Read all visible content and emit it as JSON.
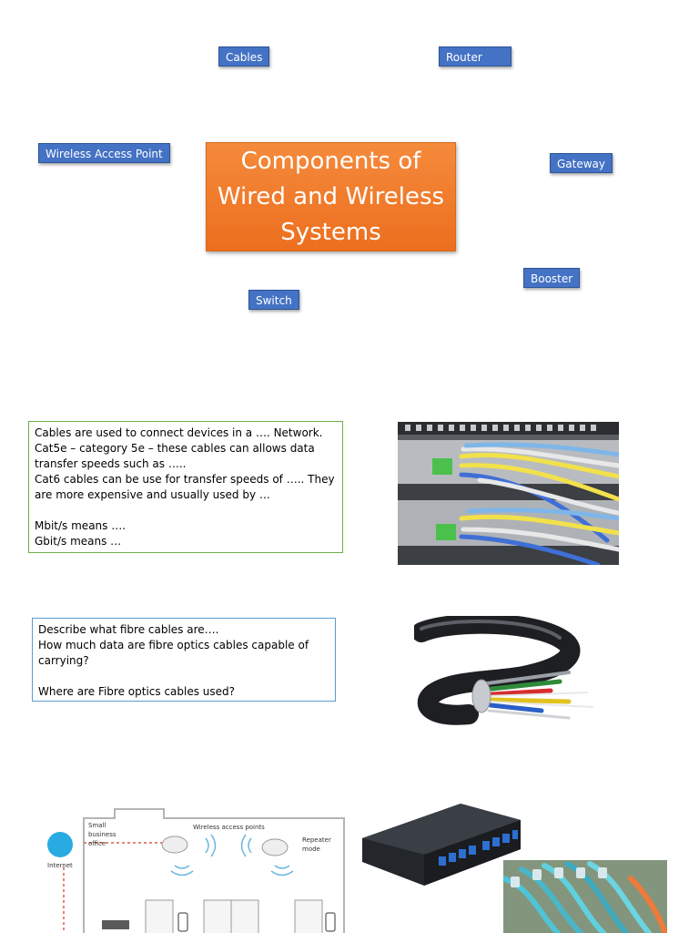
{
  "title": "Components of Wired and Wireless Systems",
  "tags": {
    "cables": "Cables",
    "router": "Router",
    "wap": "Wireless Access Point",
    "gateway": "Gateway",
    "booster": "Booster",
    "switch": "Switch"
  },
  "cables_box": {
    "lines": [
      "Cables are used to connect devices in a …. Network.",
      "Cat5e – category 5e – these cables can allows data",
      "transfer speeds such as …..",
      "Cat6 cables can be use for transfer speeds of ….. They",
      "are more expensive and usually used by …",
      "",
      "Mbit/s means ….",
      "Gbit/s means …"
    ]
  },
  "fibre_box": {
    "lines": [
      "Describe what fibre cables are….",
      "How much data are fibre optics cables capable of",
      "carrying?",
      "",
      "Where are Fibre optics cables used?"
    ]
  },
  "diagram": {
    "internet": "Internet",
    "office": [
      "Small",
      "business",
      "office"
    ],
    "wap_label": "Wireless access points",
    "repeater": [
      "Repeater",
      "mode"
    ]
  },
  "colors": {
    "tag": "#4472c4",
    "title": "#ed7d31",
    "cables_border": "#70ad47",
    "fibre_border": "#5b9bd5"
  }
}
